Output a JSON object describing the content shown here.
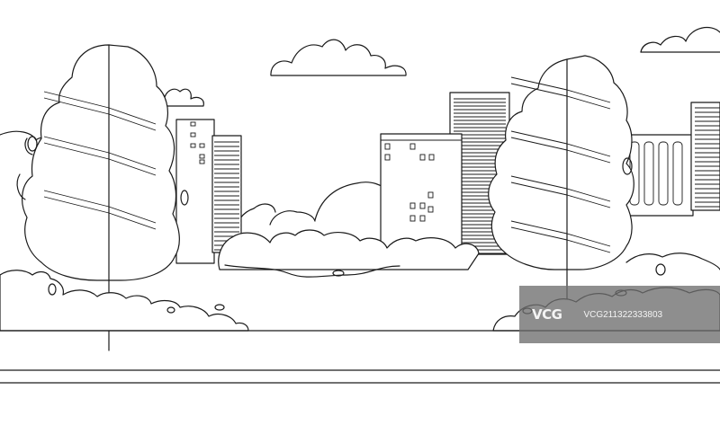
{
  "scene": {
    "style": "black line-art coloring page",
    "subject": "city park with two stylized trees, bushes and high-rise buildings"
  },
  "colors": {
    "ink": "#1a1a1a",
    "background": "#ffffff",
    "watermark_overlay": "#6e6e6e"
  },
  "watermark": {
    "logo": "VCG",
    "text": "VCG211322333803"
  }
}
